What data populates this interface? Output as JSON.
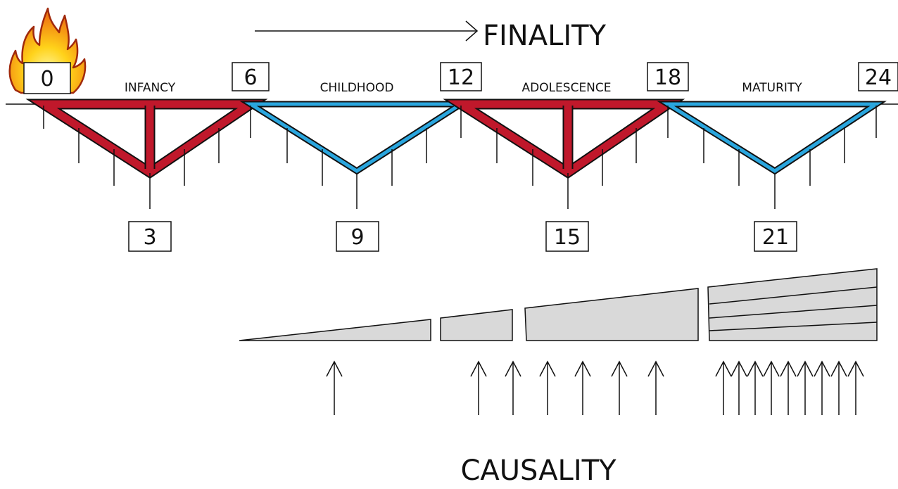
{
  "finality_label": "FINALITY",
  "causality_label": "CAUSALITY",
  "phases": [
    {
      "label": "INFANCY",
      "start": "0",
      "mid": "3",
      "end": "6",
      "color": "#c0182b"
    },
    {
      "label": "CHILDHOOD",
      "start": "6",
      "mid": "9",
      "end": "12",
      "color": "#2aa6de"
    },
    {
      "label": "ADOLESCENCE",
      "start": "12",
      "mid": "15",
      "end": "18",
      "color": "#c0182b"
    },
    {
      "label": "MATURITY",
      "start": "18",
      "mid": "21",
      "end": "24",
      "color": "#2aa6de"
    }
  ],
  "colors": {
    "red_phase": "#c0182b",
    "blue_phase": "#2aa6de",
    "wedge_fill": "#d9d9d9",
    "line": "#111111"
  },
  "icons": {
    "start_marker": "flame-icon",
    "causal_arrows": "up-arrow-icon"
  }
}
